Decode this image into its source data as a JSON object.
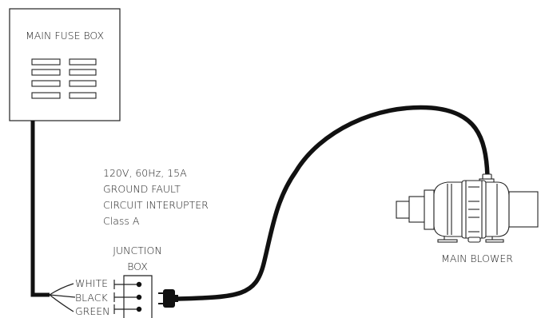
{
  "fuse_box": {
    "title": "MAIN FUSE BOX"
  },
  "power_spec": {
    "lines": [
      "120V, 60Hz, 15A",
      "GROUND FAULT",
      "CIRCUIT INTERUPTER",
      "Class A"
    ]
  },
  "junction_box": {
    "lines": [
      "JUNCTION",
      "BOX"
    ]
  },
  "wires": {
    "white": "WHITE",
    "black": "BLACK",
    "green": "GREEN"
  },
  "blower": {
    "label": "MAIN BLOWER"
  },
  "colors": {
    "line": "#111111",
    "background": "#ffffff"
  }
}
